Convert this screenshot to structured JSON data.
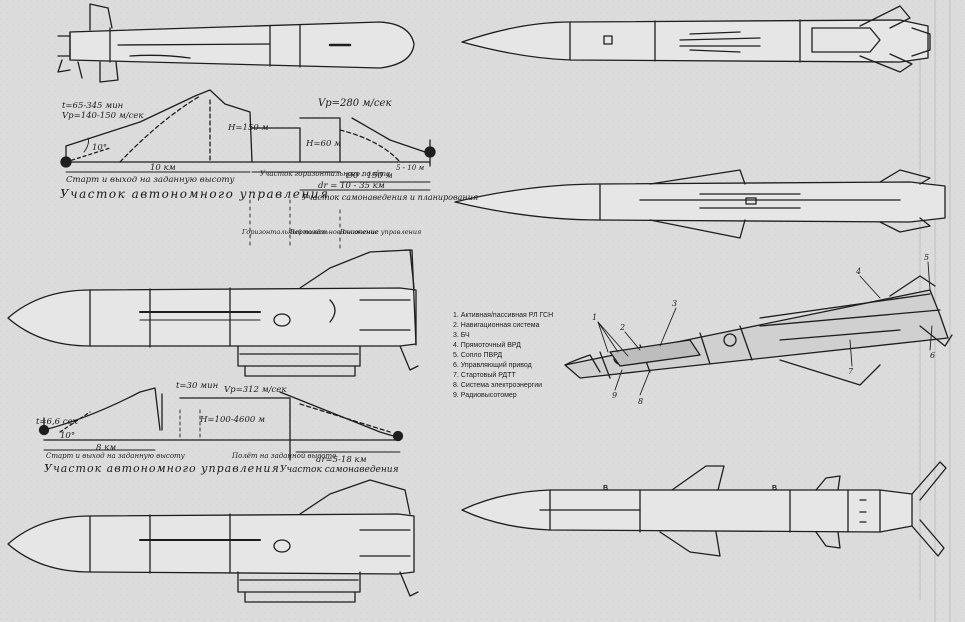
{
  "profile1": {
    "t_label": "t=65-345 мин",
    "v_label": "Vр=140-150 м/сек",
    "speed_top": "Vр=280 м/сек",
    "h_high": "H=150 м",
    "h_low": "H=60 м",
    "angle": "10°",
    "dist_main": "10 км",
    "dist_end": "Ø0 - 150 м",
    "dist_short": "5 - 10 м",
    "dr_label": "dr = 10 - 35 км",
    "note_start": "Старт и выход на заданную высоту",
    "note_cruise": "Участок горизонтального полёта",
    "note_homing": "Участок самонаведения и планирования",
    "caption": "Участок автономного управления",
    "sub_a": "Горизонтальный полёт",
    "sub_b": "Вертикальное снижение",
    "sub_c": "Включение управления"
  },
  "profile2": {
    "t_top": "t=30 мин",
    "t_start": "t=6,6 сек",
    "v_label": "Vр=312 м/сек",
    "h_label": "H=100-4600 м",
    "angle": "10°",
    "dist": "8 км",
    "dr_label": "dr=5-18 км",
    "note_start": "Старт и выход на заданную высоту",
    "note_cruise": "Полёт на заданной высоте",
    "caption_a": "Участок автономного управления",
    "caption_b": "Участок самонаведения"
  },
  "legend": {
    "items": [
      "1. Активная/пассивная РЛ ГСН",
      "2. Навигационная система",
      "3. БЧ",
      "4. Прямоточный ВРД",
      "5. Сопло ПВРД",
      "6. Управляющий привод",
      "7. Стартовый РДТТ",
      "8. Система электроэнергии",
      "9. Радиовысотомер"
    ]
  },
  "callouts": [
    "1",
    "2",
    "3",
    "4",
    "5",
    "6",
    "7",
    "8",
    "9"
  ],
  "markers": [
    "B",
    "B"
  ]
}
